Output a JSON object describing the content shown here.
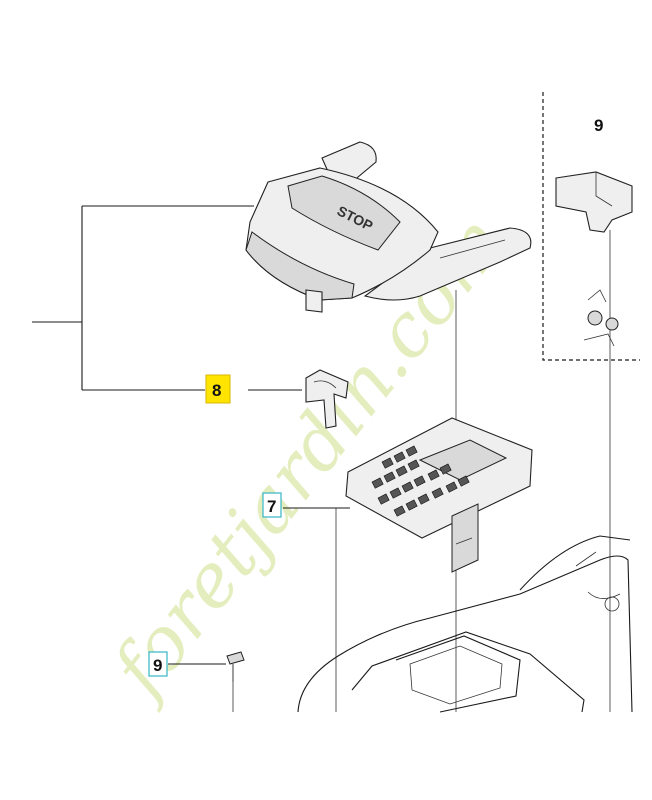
{
  "callouts": {
    "top_right": "9",
    "top_cover": "8",
    "keypad": "7",
    "bottom_left": "9"
  },
  "stop_button_text": "STOP",
  "watermark": "foretjardin.com",
  "colors": {
    "highlight_yellow": "#ffe400",
    "highlight_blue_border": "#35b6c9",
    "watermark_green": "#cfe08a",
    "line": "#1a1a1a"
  }
}
